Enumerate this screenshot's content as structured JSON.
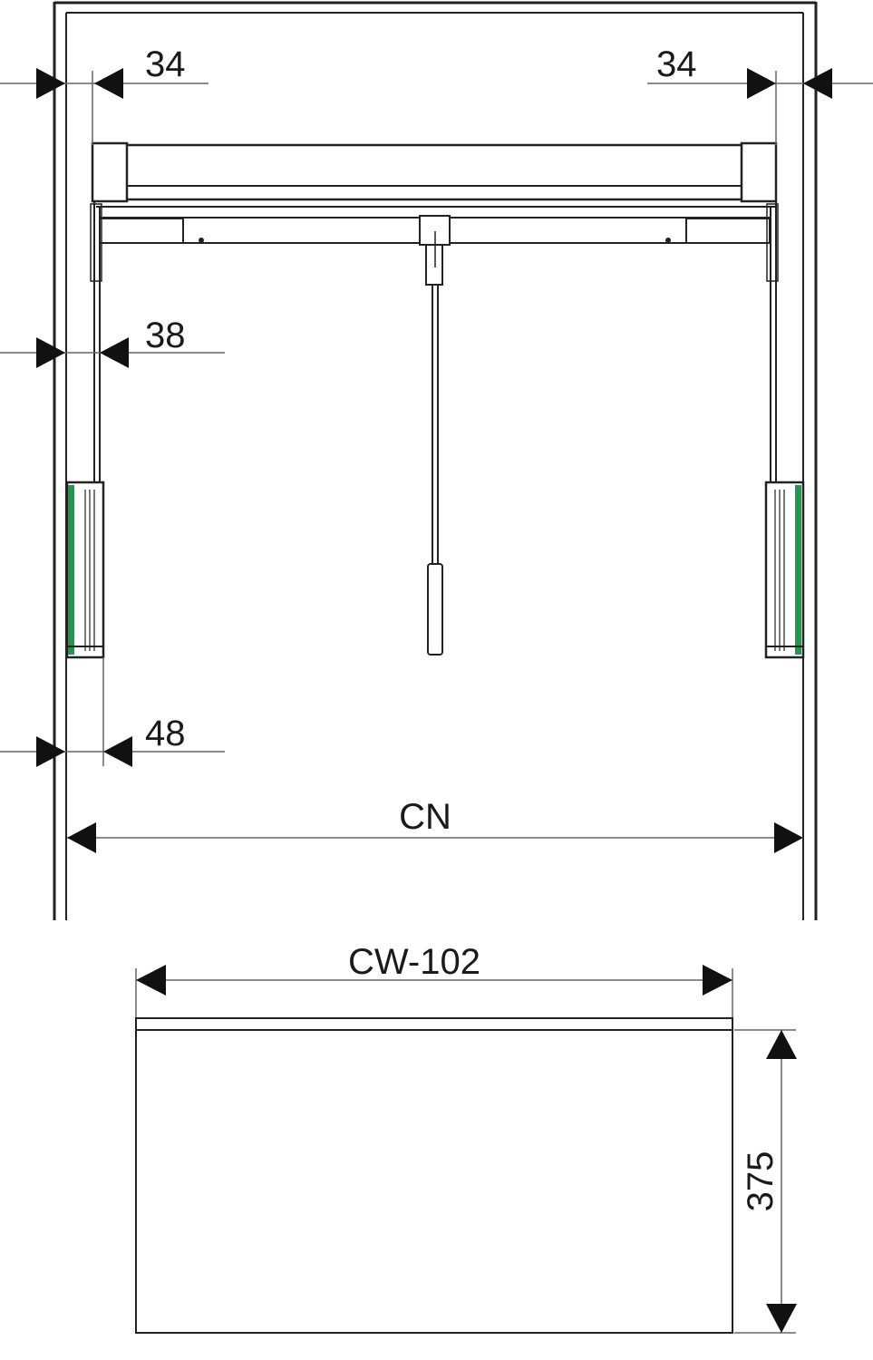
{
  "dimensions": {
    "left_top": "34",
    "right_top": "34",
    "left_mid": "38",
    "left_low": "48",
    "inner_width": "CN",
    "drawer_width": "CW-102",
    "drawer_height": "375"
  },
  "colors": {
    "line": "#222222",
    "accent_green": "#1e9b4a",
    "dim_line": "#666666"
  }
}
